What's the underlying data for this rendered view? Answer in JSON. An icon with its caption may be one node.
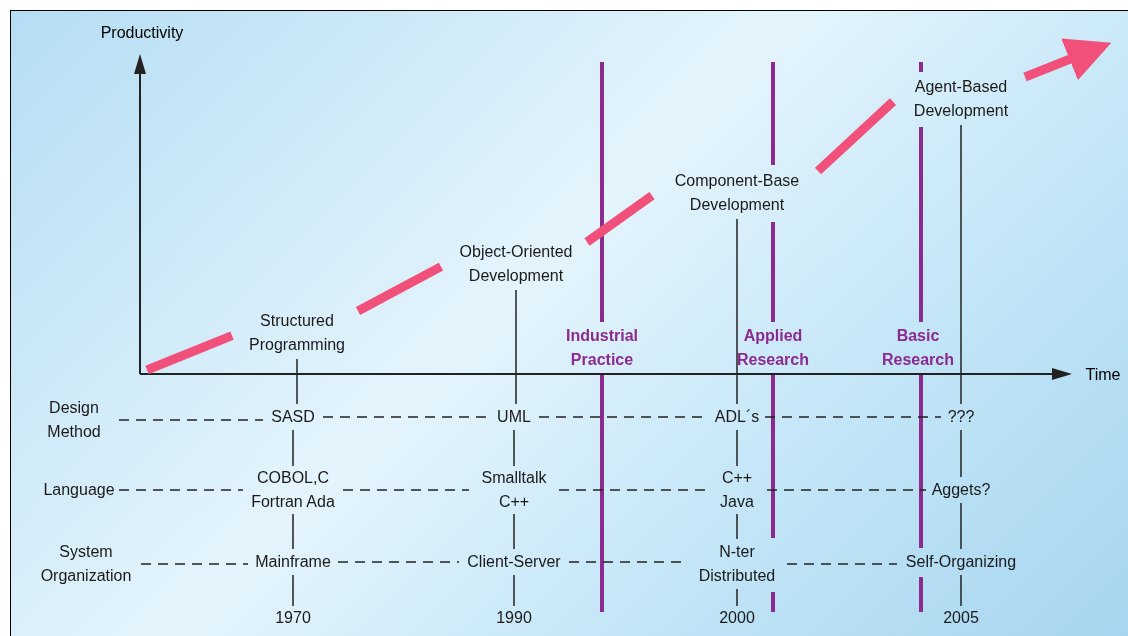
{
  "diagram": {
    "nodes": [
      {
        "text": [
          "Structured Programming"
        ]
      },
      {
        "text": [
          "Object-Oriented Development"
        ]
      },
      {
        "text": [
          "Component-Base Development"
        ]
      },
      {
        "text": [
          "Agent-Based Development"
        ]
      },
      {
        "text": [
          "Design Method"
        ]
      },
      {
        "text": [
          "SASD"
        ]
      },
      {
        "text": [
          "UML"
        ]
      },
      {
        "text": [
          "ADL´s"
        ]
      },
      {
        "text": [
          "???"
        ]
      },
      {
        "text": [
          "Language"
        ]
      },
      {
        "text": [
          "COBOL,C Fortran Ada"
        ]
      },
      {
        "text": [
          "Smalltalk C++"
        ]
      },
      {
        "text": [
          "C++ Java"
        ]
      },
      {
        "text": [
          "Aggets?"
        ]
      },
      {
        "text": [
          "System Organization"
        ]
      },
      {
        "text": [
          "Mainframe"
        ]
      },
      {
        "text": [
          "Client-Server"
        ]
      },
      {
        "text": [
          "N-ter Distributed"
        ]
      },
      {
        "text": [
          "Self-Organizing"
        ]
      },
      {
        "text": [
          "1970"
        ]
      },
      {
        "text": [
          "1990"
        ]
      },
      {
        "text": [
          "2000"
        ]
      },
      {
        "text": [
          "2005"
        ]
      }
    ],
    "edges": [
      {
        "from": null,
        "to": 0,
        "arrow": "none",
        "style": "thick",
        "color": "#f0507a"
      },
      {
        "from": 0,
        "to": 1,
        "arrow": "none",
        "style": "thick",
        "color": "#f0507a"
      },
      {
        "from": 1,
        "to": 2,
        "arrow": "none",
        "style": "thick",
        "color": "#f0507a"
      },
      {
        "from": 2,
        "to": 3,
        "arrow": "none",
        "style": "thick",
        "color": "#f0507a"
      },
      {
        "from": 3,
        "to": null,
        "arrow": "to",
        "style": "thick",
        "color": "#f0507a"
      },
      {
        "from": 0,
        "to": 5,
        "arrow": "none"
      },
      {
        "from": 5,
        "to": 10,
        "arrow": "none"
      },
      {
        "from": 10,
        "to": 15,
        "arrow": "none"
      },
      {
        "from": 15,
        "to": 19,
        "arrow": "none"
      },
      {
        "from": 1,
        "to": 6,
        "arrow": "none"
      },
      {
        "from": 6,
        "to": 11,
        "arrow": "none"
      },
      {
        "from": 11,
        "to": 16,
        "arrow": "none"
      },
      {
        "from": 16,
        "to": 20,
        "arrow": "none"
      },
      {
        "from": 2,
        "to": 7,
        "arrow": "none"
      },
      {
        "from": 7,
        "to": 12,
        "arrow": "none"
      },
      {
        "from": 12,
        "to": 17,
        "arrow": "none"
      },
      {
        "from": 17,
        "to": 21,
        "arrow": "none"
      },
      {
        "from": 3,
        "to": 8,
        "arrow": "none"
      },
      {
        "from": 8,
        "to": 13,
        "arrow": "none"
      },
      {
        "from": 13,
        "to": 18,
        "arrow": "none"
      },
      {
        "from": 18,
        "to": 22,
        "arrow": "none"
      },
      {
        "from": 4,
        "to": 5,
        "arrow": "none",
        "style": "dashed"
      },
      {
        "from": 5,
        "to": 6,
        "arrow": "none",
        "style": "dashed"
      },
      {
        "from": 6,
        "to": 7,
        "arrow": "none",
        "style": "dashed"
      },
      {
        "from": 7,
        "to": 8,
        "arrow": "none",
        "style": "dashed"
      },
      {
        "from": 9,
        "to": 10,
        "arrow": "none",
        "style": "dashed"
      },
      {
        "from": 10,
        "to": 11,
        "arrow": "none",
        "style": "dashed"
      },
      {
        "from": 11,
        "to": 12,
        "arrow": "none",
        "style": "dashed"
      },
      {
        "from": 12,
        "to": 13,
        "arrow": "none",
        "style": "dashed"
      },
      {
        "from": 14,
        "to": 15,
        "arrow": "none",
        "style": "dashed"
      },
      {
        "from": 15,
        "to": 16,
        "arrow": "none",
        "style": "dashed"
      },
      {
        "from": 16,
        "to": 17,
        "arrow": "none",
        "style": "dashed"
      },
      {
        "from": 17,
        "to": 18,
        "arrow": "none",
        "style": "dashed"
      }
    ],
    "labels": [
      "Productivity",
      "Time",
      "Industrial Practice",
      "Applied Research",
      "Basic Research"
    ]
  }
}
